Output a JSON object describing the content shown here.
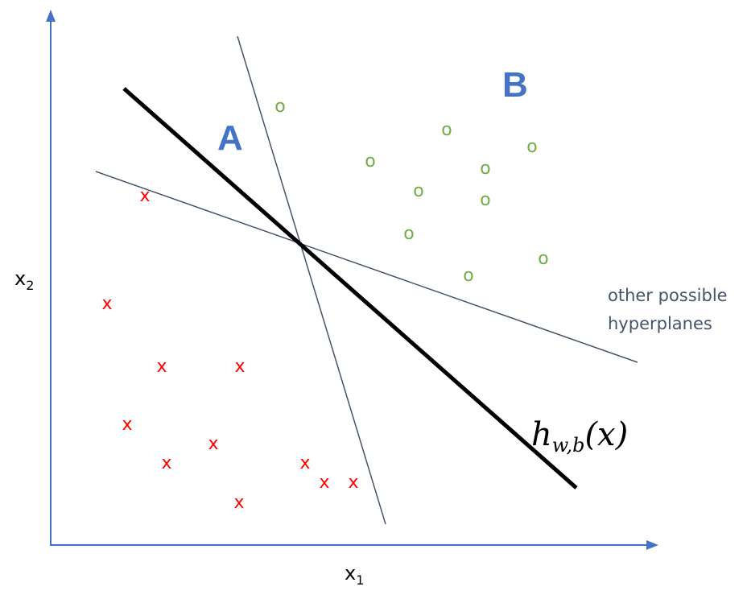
{
  "labels": {
    "x_axis": "x",
    "x_axis_sub": "1",
    "y_axis": "x",
    "y_axis_sub": "2",
    "region_a": "A",
    "region_b": "B",
    "other_line1": "other possible",
    "other_line2": "hyperplanes",
    "h": "h",
    "h_sub": "w,b",
    "h_arg": "(x)"
  },
  "markers": {
    "class_x": "x",
    "class_o": "o"
  },
  "colors": {
    "axis": "#4472c4",
    "class_x": "#ff0000",
    "class_o": "#70ad47",
    "region": "#4472c4",
    "thin_line": "#44546a",
    "main_line": "#000000"
  }
}
